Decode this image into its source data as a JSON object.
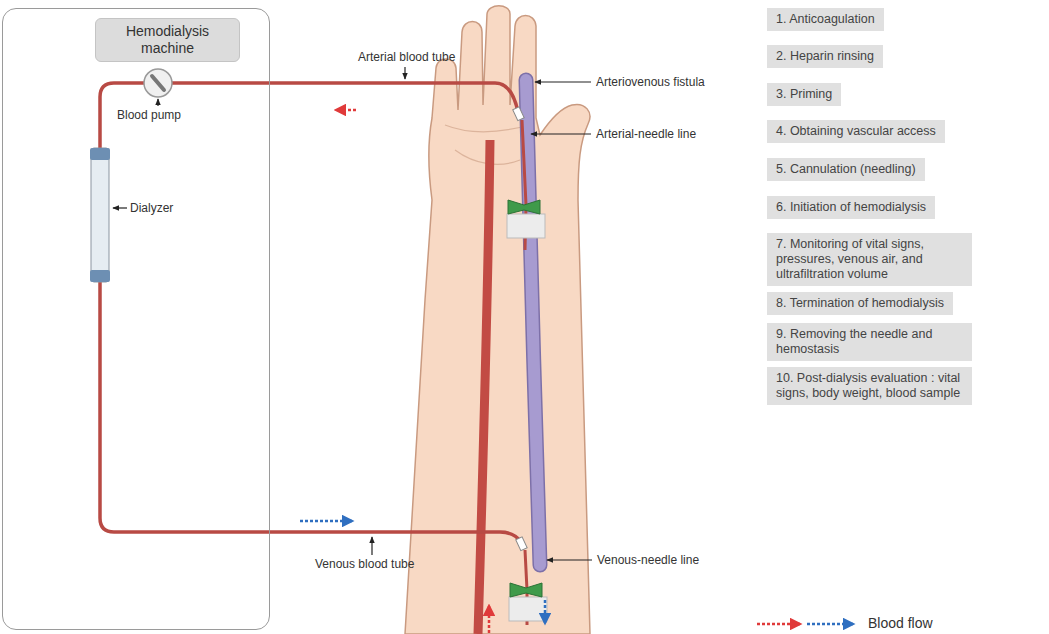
{
  "diagram": {
    "nodes": [
      {
        "text": [
          "Hemodialysis machine"
        ]
      },
      {
        "text": [
          "1. Anticoagulation"
        ]
      },
      {
        "text": [
          "2. Heparin rinsing"
        ]
      },
      {
        "text": [
          "3. Priming"
        ]
      },
      {
        "text": [
          "4. Obtaining vascular access"
        ]
      },
      {
        "text": [
          "5. Cannulation (needling)"
        ]
      },
      {
        "text": [
          "6. Initiation of hemodialysis"
        ]
      },
      {
        "text": [
          "7. Monitoring of vital signs, pressures, venous air, and ultrafiltration volume"
        ]
      },
      {
        "text": [
          "8. Termination of hemodialysis"
        ]
      },
      {
        "text": [
          "9. Removing the needle and hemostasis"
        ]
      },
      {
        "text": [
          "10. Post-dialysis evaluation : vital signs, body weight, blood sample"
        ]
      }
    ],
    "labels": [
      "Arterial blood tube",
      "Arteriovenous fistula",
      "Blood pump",
      "Arterial-needle line",
      "Dialyzer",
      "Venous blood tube",
      "Venous-needle line"
    ],
    "legend": [
      {
        "text": "Blood flow"
      }
    ]
  }
}
